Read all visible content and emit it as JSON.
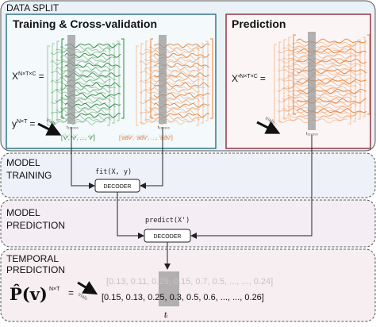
{
  "sections": {
    "data_split": "DATA SPLIT",
    "model_training": [
      "MODEL",
      "TRAINING"
    ],
    "model_prediction": [
      "MODEL",
      "PREDICTION"
    ],
    "temporal_prediction": [
      "TEMPORAL",
      "PREDICTION"
    ]
  },
  "training_box": {
    "title": "Training & Cross-validation",
    "x_label": "X",
    "x_sup": "N×T×C",
    "y_label": "y",
    "y_sup": "N×T",
    "equals": "=",
    "trials": "trials",
    "t_green": "t₁₁₌₂₀₀",
    "t_orange": "t₁₁₌₂₀₀",
    "labels_green": "['v', 'v', ..., 'v']",
    "labels_orange": "['adv', 'adv', ..., 'adv']"
  },
  "prediction_box": {
    "title": "Prediction",
    "x_label": "X'",
    "x_sup": "N×T×C",
    "equals": "=",
    "trials": "trials",
    "t_label": "t₁₁₌₂₀₀"
  },
  "training": {
    "call": "fit(X, y)",
    "decoder": "DECODER"
  },
  "prediction": {
    "call": "predict(X')",
    "decoder": "DECODER"
  },
  "temporal": {
    "p_symbol": "P̂(v)",
    "p_sup": "N×T",
    "equals": "=",
    "trials": "trials",
    "back_row": "[0.13, 0.11, 0.29, 0.15, 0.7, 0.5, ..., ..., 0.24]",
    "front_row": "[0.15, 0.13, 0.25, 0.3, 0.5, 0.6, ..., ..., 0.26]",
    "t_i": "tᵢ"
  },
  "colors": {
    "green": "#2e8b3a",
    "orange": "#e8833a",
    "teal_border": "#2a6f7f",
    "maroon_border": "#8a2c3c",
    "section_border": "#555555",
    "gray_bar": "#9a9a9a"
  }
}
